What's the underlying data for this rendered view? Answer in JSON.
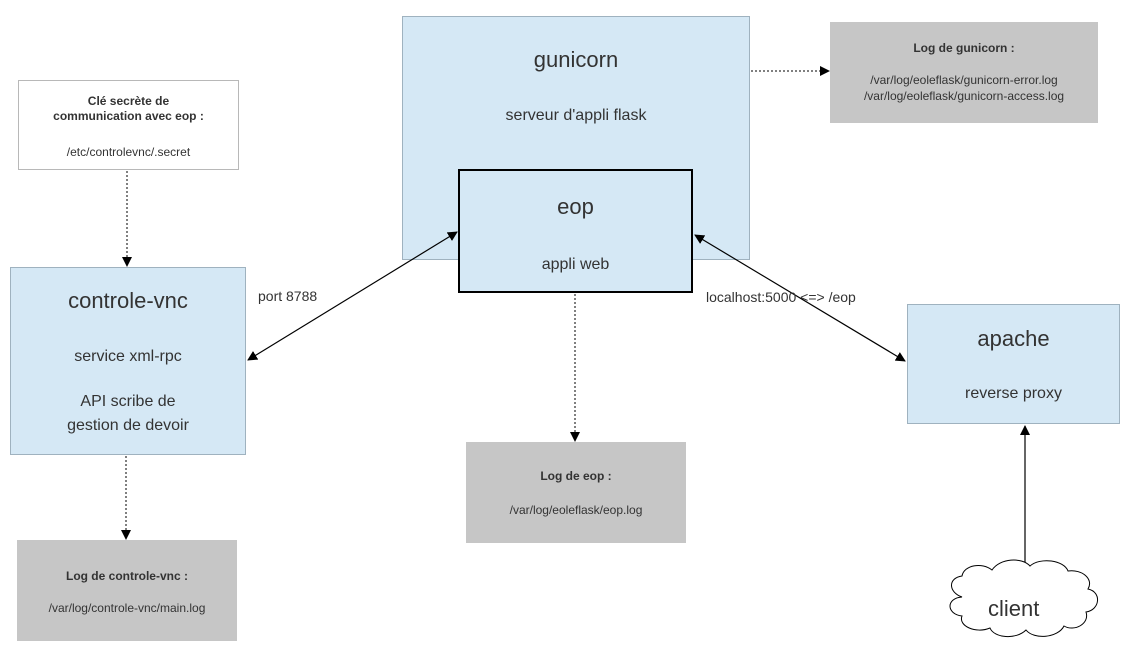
{
  "gunicorn": {
    "title": "gunicorn",
    "subtitle": "serveur d'appli flask"
  },
  "eop": {
    "title": "eop",
    "subtitle": "appli web"
  },
  "log_gunicorn": {
    "title": "Log de gunicorn :",
    "line1": "/var/log/eoleflask/gunicorn-error.log",
    "line2": "/var/log/eoleflask/gunicorn-access.log"
  },
  "secret": {
    "title1": "Clé secrète de",
    "title2": "communication avec eop :",
    "path": "/etc/controlevnc/.secret"
  },
  "controle_vnc": {
    "title": "controle-vnc",
    "subtitle": "service xml-rpc",
    "desc1": "API scribe de",
    "desc2": "gestion de devoir"
  },
  "apache": {
    "title": "apache",
    "subtitle": "reverse proxy"
  },
  "log_eop": {
    "title": "Log de eop :",
    "path": "/var/log/eoleflask/eop.log"
  },
  "log_controle_vnc": {
    "title": "Log de controle-vnc :",
    "path": "/var/log/controle-vnc/main.log"
  },
  "client": {
    "label": "client"
  },
  "edges": {
    "port_label": "port 8788",
    "localhost_label": "localhost:5000 <=> /eop"
  }
}
